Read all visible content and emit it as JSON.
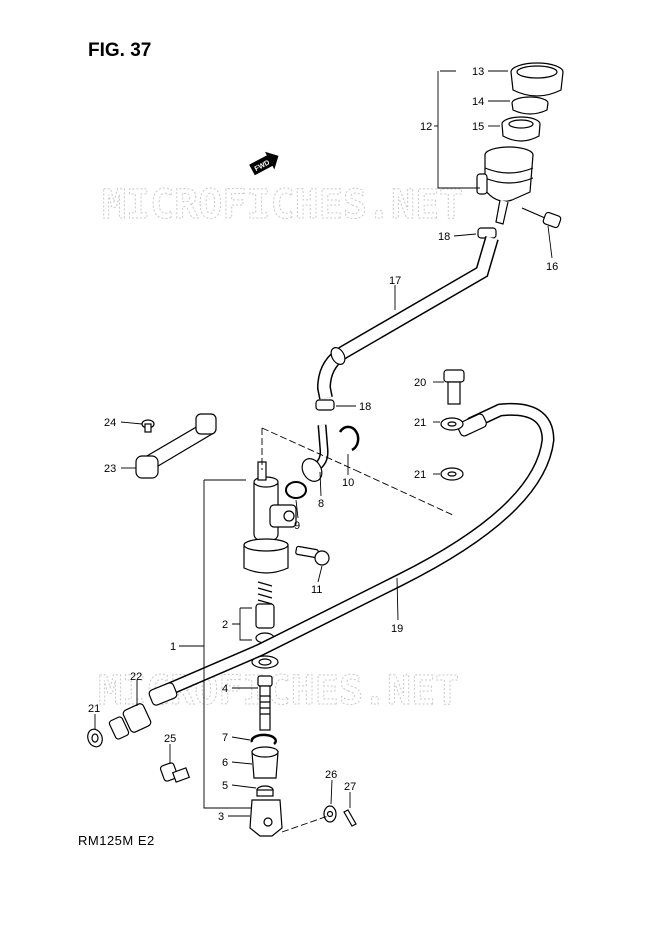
{
  "figure_title": "FIG. 37",
  "model_code": "RM125M E2",
  "watermark": "MICROFICHES.NET",
  "fwd_label": "FWD",
  "parts": {
    "p1": "1",
    "p2": "2",
    "p3": "3",
    "p4": "4",
    "p5": "5",
    "p6": "6",
    "p7": "7",
    "p8": "8",
    "p9": "9",
    "p10": "10",
    "p11": "11",
    "p12": "12",
    "p13": "13",
    "p14": "14",
    "p15": "15",
    "p16": "16",
    "p17": "17",
    "p18a": "18",
    "p18b": "18",
    "p19": "19",
    "p20": "20",
    "p21a": "21",
    "p21b": "21",
    "p21c": "21",
    "p22": "22",
    "p23": "23",
    "p24": "24",
    "p25": "25",
    "p26": "26",
    "p27": "27"
  }
}
